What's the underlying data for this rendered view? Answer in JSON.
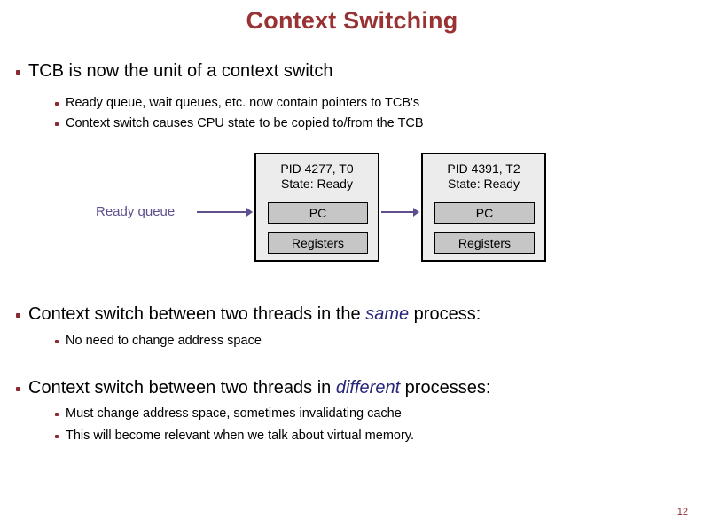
{
  "slide": {
    "title": "Context Switching",
    "page_number": "12",
    "title_color": "#993333",
    "bullet_color": "#8B2A33",
    "accent_color": "#5f4f8f",
    "emphasis_color": "#27277a"
  },
  "bullets": {
    "b1": "TCB is now the unit of a context switch",
    "b1s1": "Ready queue, wait queues, etc. now contain pointers to TCB's",
    "b1s2": "Context switch causes CPU state to be copied to/from the TCB",
    "b2_pre": "Context switch between two threads in the ",
    "b2_em": "same",
    "b2_post": " process:",
    "b2s1": "No need to change address space",
    "b3_pre": "Context switch between two threads in ",
    "b3_em": "different",
    "b3_post": " processes:",
    "b3s1": "Must change address space, sometimes invalidating cache",
    "b3s2": "This will become relevant when we talk about virtual memory."
  },
  "diagram": {
    "queue_label": "Ready queue",
    "tcb1": {
      "line1": "PID 4277, T0",
      "line2": "State: Ready",
      "slot1": "PC",
      "slot2": "Registers"
    },
    "tcb2": {
      "line1": "PID 4391, T2",
      "line2": "State: Ready",
      "slot1": "PC",
      "slot2": "Registers"
    }
  }
}
